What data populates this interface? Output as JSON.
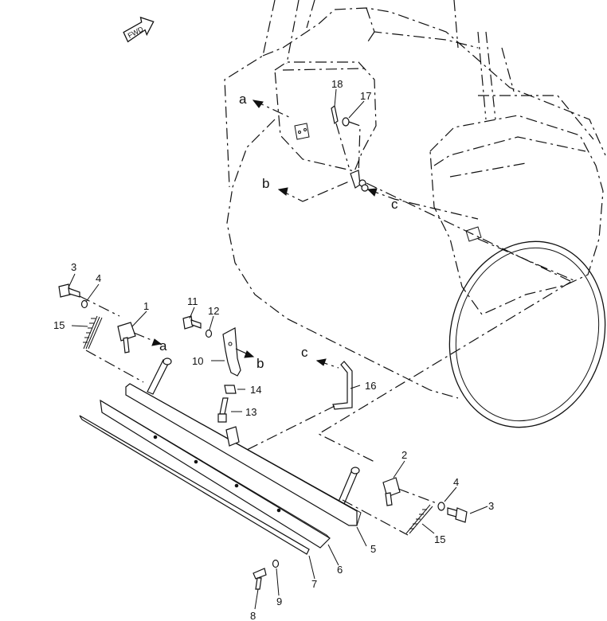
{
  "fwd_label": "FWD",
  "reference_letters": {
    "a_upper": "a",
    "b_upper": "b",
    "c_upper": "c",
    "a_lower": "a",
    "b_lower": "b",
    "c_lower": "c"
  },
  "callouts": {
    "p1": "1",
    "p2": "2",
    "p3_left": "3",
    "p3_right": "3",
    "p4_left": "4",
    "p4_right": "4",
    "p5": "5",
    "p6": "6",
    "p7": "7",
    "p8": "8",
    "p9": "9",
    "p10": "10",
    "p11": "11",
    "p12": "12",
    "p13": "13",
    "p14": "14",
    "p15_left": "15",
    "p15_right": "15",
    "p16": "16",
    "p17": "17",
    "p18": "18"
  }
}
